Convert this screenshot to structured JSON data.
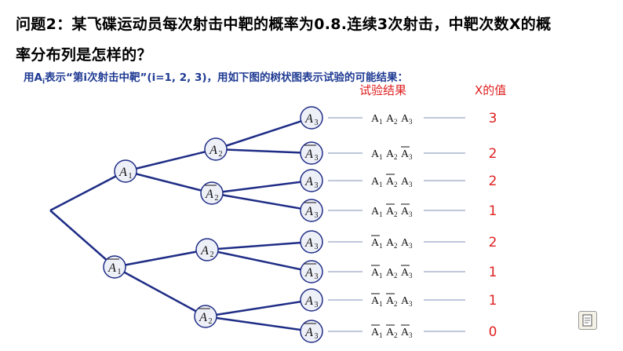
{
  "question": {
    "line1": "问题2：某飞碟运动员每次射击中靶的概率为0.8.连续3次射击，中靶次数X的概",
    "line2": "率分布列是怎样的？"
  },
  "subtitle": {
    "pre": "用A",
    "sub": "i",
    "post": "表示“第i次射击中靶”(i=1, 2, 3)，用如下图的树状图表示试验的可能结果："
  },
  "headers": {
    "outcomes": "试验结果",
    "x_value": "X的值"
  },
  "colors": {
    "line": "#1f2d86",
    "node_fill": "#eef0f8",
    "value": "#e02020",
    "connector": "#7f8fb5"
  },
  "tree": {
    "level1": [
      {
        "name": "A",
        "sub": "1",
        "bar": false
      },
      {
        "name": "A",
        "sub": "1",
        "bar": true
      }
    ],
    "level2": [
      {
        "name": "A",
        "sub": "2",
        "bar": false
      },
      {
        "name": "A",
        "sub": "2",
        "bar": true
      },
      {
        "name": "A",
        "sub": "2",
        "bar": false
      },
      {
        "name": "A",
        "sub": "2",
        "bar": true
      }
    ],
    "level3": [
      {
        "name": "A",
        "sub": "3",
        "bar": false
      },
      {
        "name": "A",
        "sub": "3",
        "bar": true
      },
      {
        "name": "A",
        "sub": "3",
        "bar": false
      },
      {
        "name": "A",
        "sub": "3",
        "bar": true
      },
      {
        "name": "A",
        "sub": "3",
        "bar": false
      },
      {
        "name": "A",
        "sub": "3",
        "bar": true
      },
      {
        "name": "A",
        "sub": "3",
        "bar": false
      },
      {
        "name": "A",
        "sub": "3",
        "bar": true
      }
    ]
  },
  "outcomes": [
    {
      "terms": [
        {
          "sub": "1",
          "bar": false
        },
        {
          "sub": "2",
          "bar": false
        },
        {
          "sub": "3",
          "bar": false
        }
      ],
      "x": "3"
    },
    {
      "terms": [
        {
          "sub": "1",
          "bar": false
        },
        {
          "sub": "2",
          "bar": false
        },
        {
          "sub": "3",
          "bar": true
        }
      ],
      "x": "2"
    },
    {
      "terms": [
        {
          "sub": "1",
          "bar": false
        },
        {
          "sub": "2",
          "bar": true
        },
        {
          "sub": "3",
          "bar": false
        }
      ],
      "x": "2"
    },
    {
      "terms": [
        {
          "sub": "1",
          "bar": false
        },
        {
          "sub": "2",
          "bar": true
        },
        {
          "sub": "3",
          "bar": true
        }
      ],
      "x": "1"
    },
    {
      "terms": [
        {
          "sub": "1",
          "bar": true
        },
        {
          "sub": "2",
          "bar": false
        },
        {
          "sub": "3",
          "bar": false
        }
      ],
      "x": "2"
    },
    {
      "terms": [
        {
          "sub": "1",
          "bar": true
        },
        {
          "sub": "2",
          "bar": false
        },
        {
          "sub": "3",
          "bar": true
        }
      ],
      "x": "1"
    },
    {
      "terms": [
        {
          "sub": "1",
          "bar": true
        },
        {
          "sub": "2",
          "bar": true
        },
        {
          "sub": "3",
          "bar": false
        }
      ],
      "x": "1"
    },
    {
      "terms": [
        {
          "sub": "1",
          "bar": true
        },
        {
          "sub": "2",
          "bar": true
        },
        {
          "sub": "3",
          "bar": true
        }
      ],
      "x": "0"
    }
  ],
  "corner_icon": "document-icon"
}
